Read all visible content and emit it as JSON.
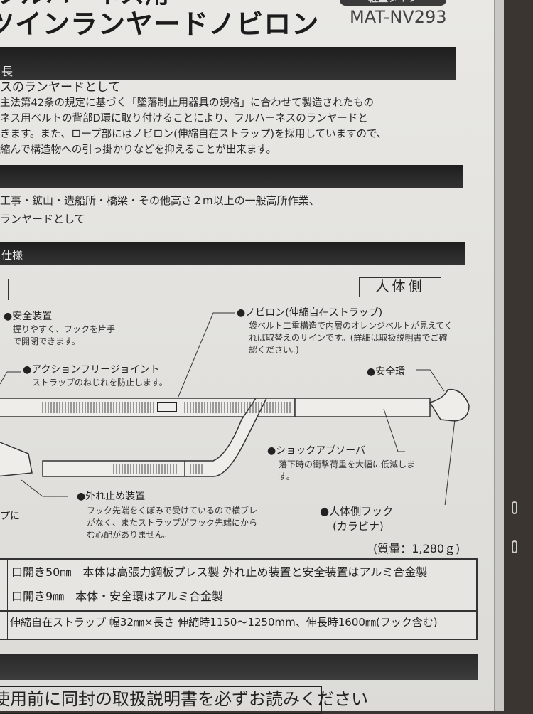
{
  "header": {
    "title_line1": "フルハーネス用",
    "title_line2": "ツインランヤードノビロン",
    "badge": "軽量タイプ",
    "model": "MAT-NV293"
  },
  "sections": [
    {
      "heading": "長",
      "subheading": "スのランヤードとして",
      "paragraph": [
        "主法第42条の規定に基づく「墜落制止用器具の規格」に合わせて製造されたもの",
        "ネス用ベルトの背部D環に取り付けることにより、フルハーネスのランヤードと",
        "きます。また、ロープ部にはノビロン(伸縮自在ストラップ)を採用していますので、",
        "縮んで構造物への引っ掛かりなどを抑えることが出来ます。"
      ]
    },
    {
      "heading": "",
      "lines": [
        "工事・鉱山・造船所・橋梁・その他高さ２m以上の一般高所作業、",
        "ランヤードとして"
      ]
    },
    {
      "heading": "仕様"
    }
  ],
  "diagram": {
    "side_label": "人体側",
    "callouts": {
      "safety_device": {
        "title": "●安全装置",
        "desc": "握りやすく、フックを片手で開閉できます。"
      },
      "action_joint": {
        "title": "●アクションフリージョイント",
        "desc": "ストラップのねじれを防止します。"
      },
      "nobiron": {
        "title": "●ノビロン(伸縮自在ストラップ)",
        "desc": "袋ベルト二重構造で内層のオレンジベルトが見えてくれば取替えのサインです。(詳細は取扱説明書でご確認ください。)"
      },
      "safety_ring": {
        "title": "●安全環"
      },
      "shock_absorber": {
        "title": "●ショックアブソーバ",
        "desc": "落下時の衝撃荷重を大幅に低減します。"
      },
      "stopper": {
        "title": "●外れ止め装置",
        "desc": "フック先端をくぼみで受けているので横ブレがなく、またストラップがフック先端にからむ心配がありません。"
      },
      "body_hook": {
        "title": "●人体側フック",
        "sub": "(カラビナ)"
      },
      "left_fragment": "プに"
    },
    "weight": "(質量：1,280ｇ)"
  },
  "spec_rows": [
    "口開き50㎜　本体は高張力鋼板プレス製 外れ止め装置と安全装置はアルミ合金製",
    "口開き9㎜　本体・安全環はアルミ合金製",
    "伸縮自在ストラップ 幅32㎜×長さ 伸縮時1150～1250mm、伸長時1600㎜(フック含む)"
  ],
  "notice": "使用前に同封の取扱説明書を必ずお読みください"
}
